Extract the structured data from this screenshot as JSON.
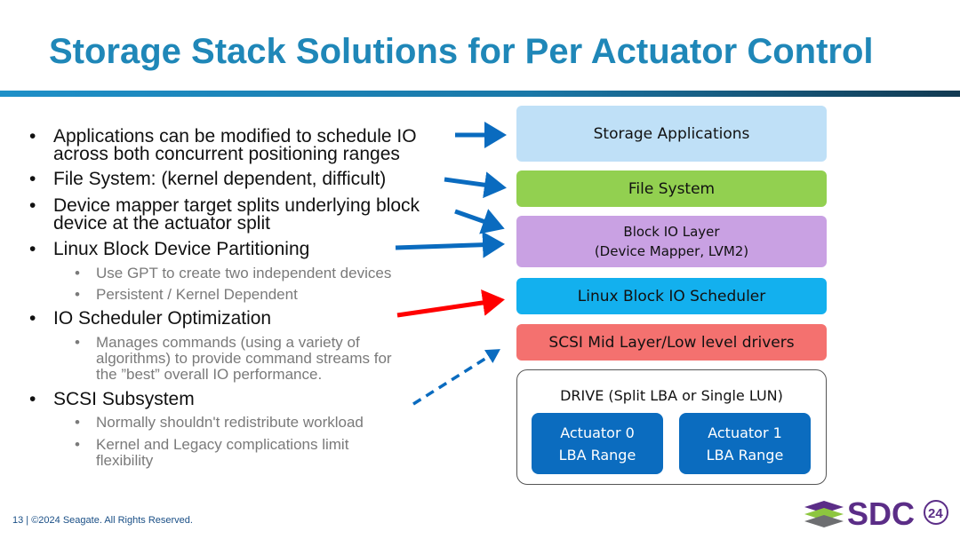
{
  "title": "Storage Stack Solutions for Per Actuator Control",
  "bullets": {
    "b1_line1": "Applications can be modified to schedule IO",
    "b1_line2": "across both concurrent positioning ranges",
    "b2": "File System: (kernel dependent, difficult)",
    "b3_line1": "Device mapper target splits underlying block",
    "b3_line2": "device at the actuator split",
    "b4": "Linux Block Device Partitioning",
    "b4_sub1": "Use GPT to create two independent devices",
    "b4_sub2": "Persistent / Kernel Dependent",
    "b5": "IO Scheduler Optimization",
    "b5_sub1_line1": "Manages commands (using a variety of",
    "b5_sub1_line2": "algorithms) to provide command streams for",
    "b5_sub1_line3": "the ”best” overall IO performance.",
    "b6": "SCSI Subsystem",
    "b6_sub1": "Normally shouldn't redistribute workload",
    "b6_sub2_line1": "Kernel and Legacy complications limit",
    "b6_sub2_line2": "flexibility"
  },
  "stack": {
    "storage_apps": "Storage Applications",
    "file_system": "File System",
    "block_io_line1": "Block IO Layer",
    "block_io_line2": "(Device Mapper, LVM2)",
    "scheduler": "Linux Block IO Scheduler",
    "scsi": "SCSI Mid Layer/Low level drivers",
    "drive_title": "DRIVE (Split LBA or Single LUN)",
    "act0_line1": "Actuator 0",
    "act0_line2": "LBA Range",
    "act1_line1": "Actuator 1",
    "act1_line2": "LBA Range"
  },
  "colors": {
    "title": "#1f87b8",
    "storage_apps": "#bfe0f7",
    "file_system": "#92d050",
    "block_io": "#c9a1e3",
    "scheduler": "#13b0ee",
    "scsi": "#f4716f",
    "actuator": "#0b6cbf",
    "arrow_blue": "#0a6bbf",
    "arrow_red": "#ff0000"
  },
  "footer": "13 | ©2024 Seagate. All Rights Reserved.",
  "logo": {
    "text": "SDC",
    "badge": "24"
  }
}
